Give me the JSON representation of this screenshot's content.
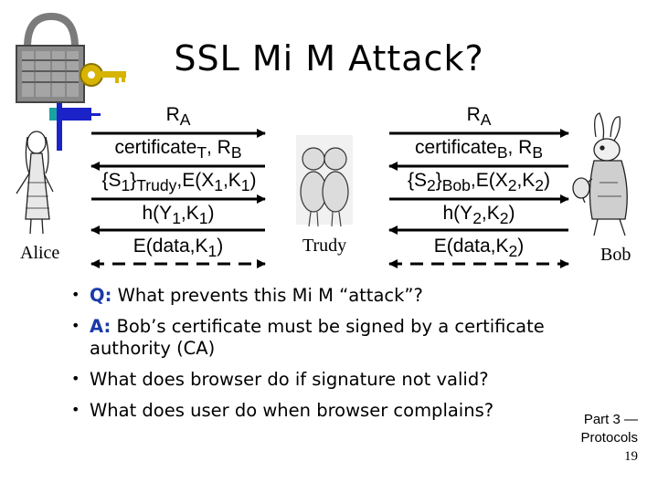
{
  "title": "SSL Mi M Attack?",
  "parties": {
    "alice": "Alice",
    "trudy": "Trudy",
    "bob": "Bob"
  },
  "left_messages": {
    "m1": {
      "base": "R",
      "sub": "A"
    },
    "m2": {
      "base": "certificate",
      "sub1": "T",
      "mid": ", R",
      "sub2": "B"
    },
    "m3": {
      "a": "{S",
      "s1": "1",
      "b": "}",
      "s2": "Trudy",
      "c": ",E(X",
      "s3": "1",
      "d": ",K",
      "s4": "1",
      "e": ")"
    },
    "m4": {
      "a": "h(Y",
      "s1": "1",
      "b": ",K",
      "s2": "1",
      "c": ")"
    },
    "m5": {
      "a": "E(data,K",
      "s1": "1",
      "b": ")"
    }
  },
  "right_messages": {
    "m1": {
      "base": "R",
      "sub": "A"
    },
    "m2": {
      "base": "certificate",
      "sub1": "B",
      "mid": ", R",
      "sub2": "B"
    },
    "m3": {
      "a": "{S",
      "s1": "2",
      "b": "}",
      "s2": "Bob",
      "c": ",E(X",
      "s3": "2",
      "d": ",K",
      "s4": "2",
      "e": ")"
    },
    "m4": {
      "a": "h(Y",
      "s1": "2",
      "b": ",K",
      "s2": "2",
      "c": ")"
    },
    "m5": {
      "a": "E(data,K",
      "s1": "2",
      "b": ")"
    }
  },
  "bullets": [
    {
      "label": "Q:",
      "text": " What prevents this Mi M “attack”?"
    },
    {
      "label": "A:",
      "text": " Bob’s certificate must be signed by a certificate authority (CA)"
    },
    {
      "label": "",
      "text": "What does browser do if signature not valid?"
    },
    {
      "label": "",
      "text": "What does user do when browser complains?"
    }
  ],
  "footer": {
    "line1": "Part 3 —",
    "line2": "Protocols",
    "page": "19"
  },
  "colors": {
    "accent_blue": "#1a22c8",
    "accent_teal": "#1ba3a3",
    "key_gold": "#d6b400",
    "qa_blue": "#1b3aa8"
  },
  "icons": [
    "padlock-icon",
    "key-icon",
    "alice-figure",
    "trudy-figure",
    "bob-rabbit-figure"
  ]
}
